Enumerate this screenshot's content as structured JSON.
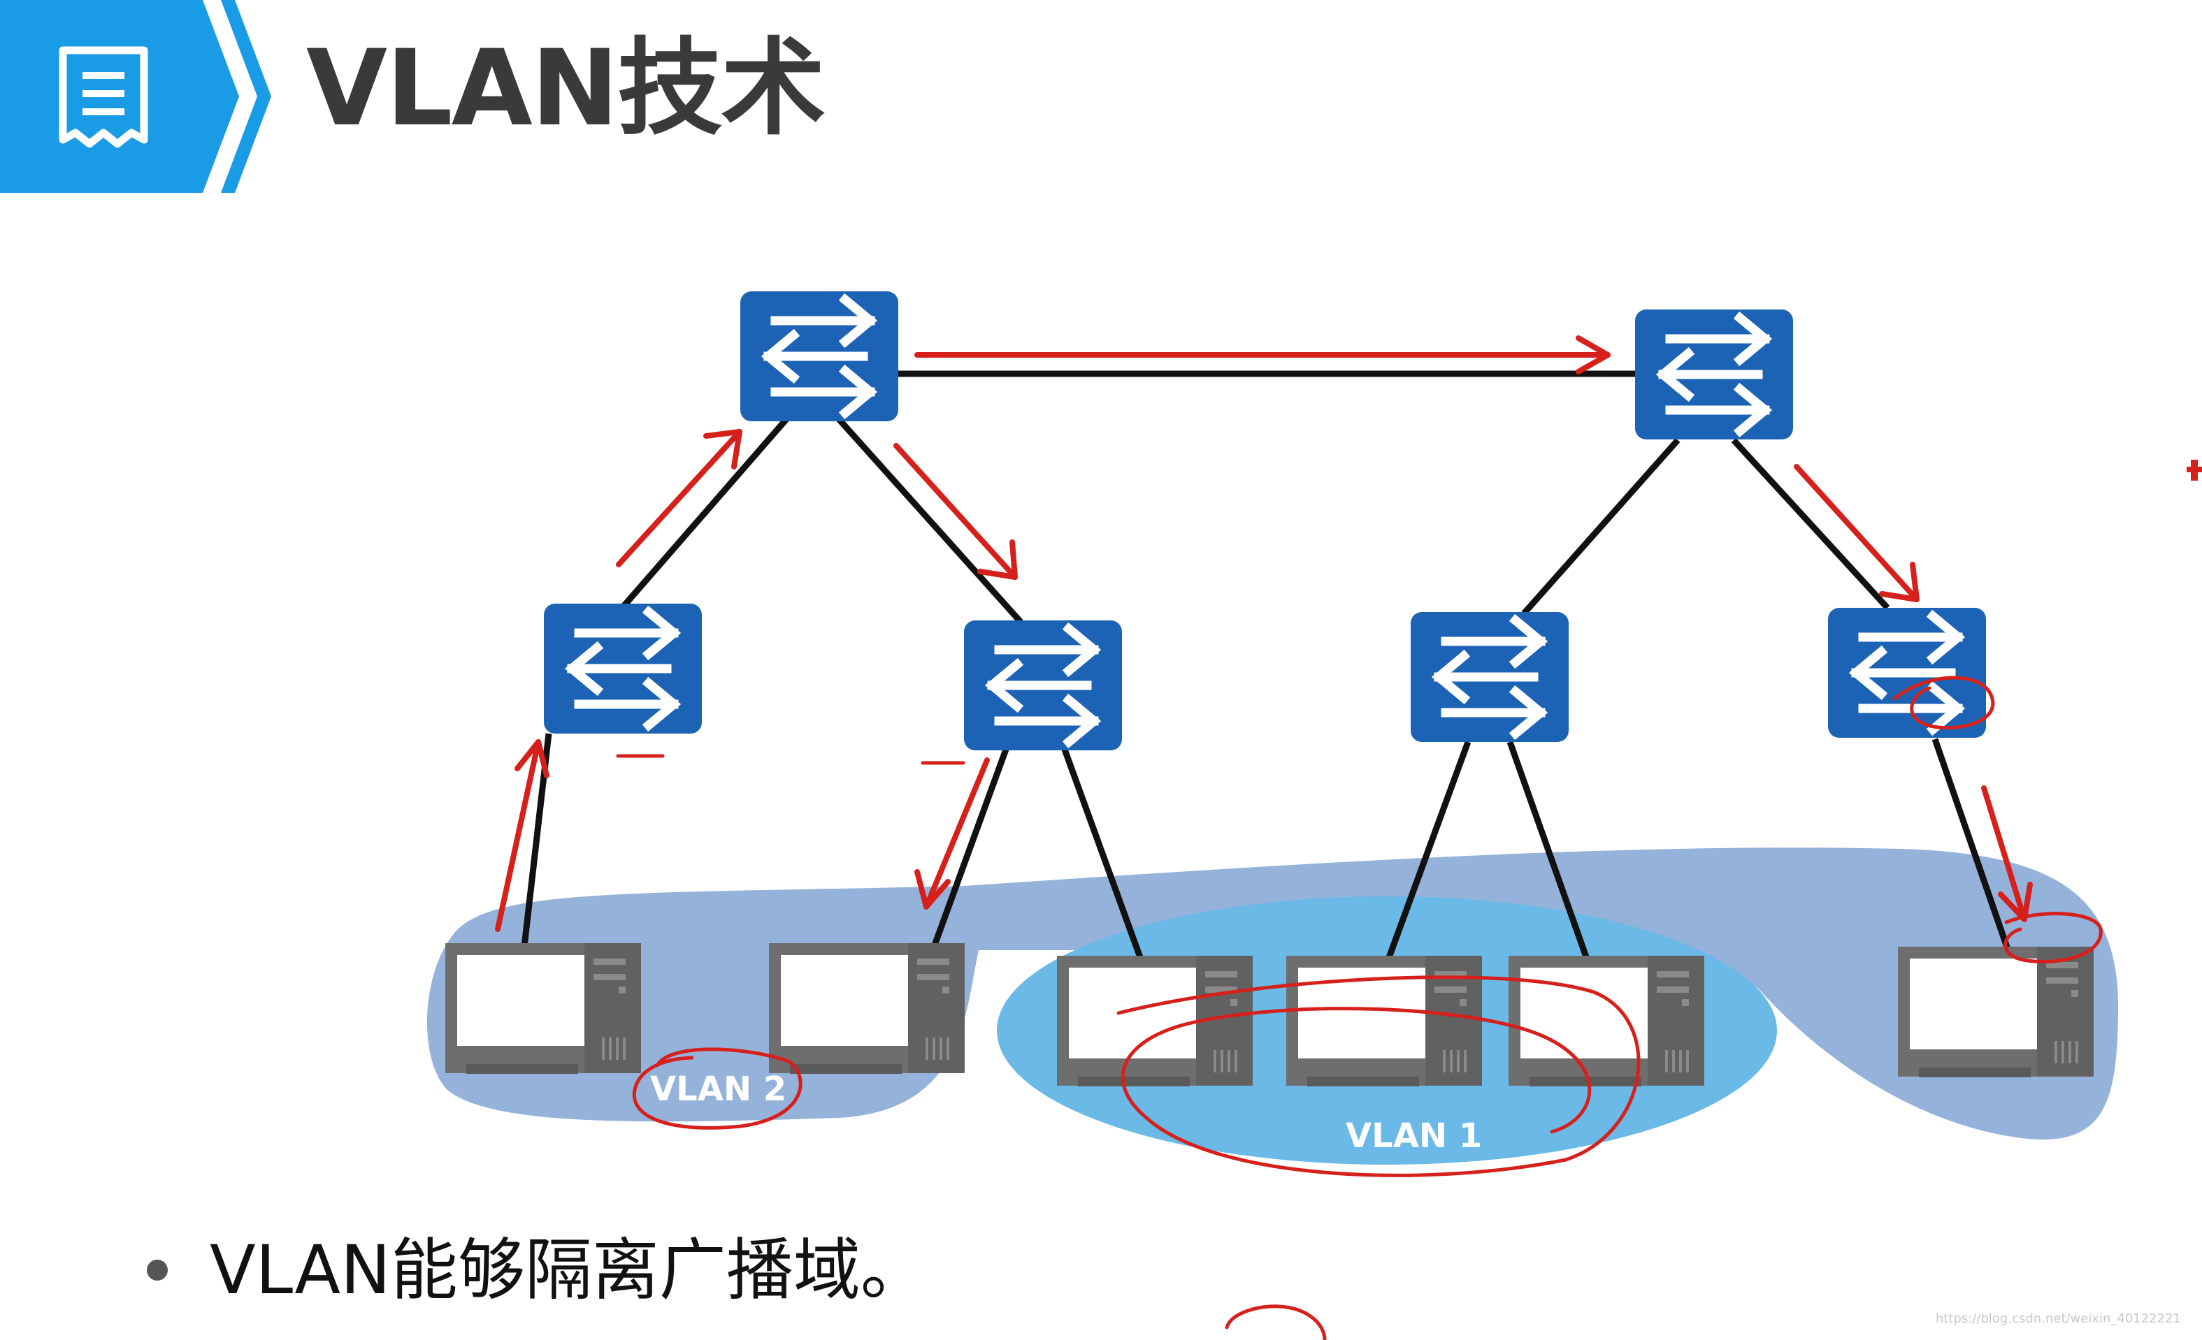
{
  "slide": {
    "title": "VLAN技术",
    "bullet": "VLAN能够隔离广播域。",
    "watermark": "https://blog.csdn.net/weixin_40122221"
  },
  "diagram": {
    "vlan_labels": {
      "vlan2": "VLAN 2",
      "vlan1": "VLAN 1"
    },
    "nodes": {
      "switches": [
        "core-switch-left",
        "core-switch-right",
        "access-switch-1",
        "access-switch-2",
        "access-switch-3",
        "access-switch-4"
      ],
      "computers": [
        "pc-1",
        "pc-2",
        "pc-3",
        "pc-4",
        "pc-5",
        "pc-6"
      ]
    },
    "colors": {
      "header_blue": "#1a9be6",
      "switch_blue": "#1d63b5",
      "vlan2_region": "#8faed9",
      "vlan1_region": "#6ab9e6",
      "arrow_red": "#d6201c",
      "link_black": "#111111",
      "pc_gray": "#6b6b6b"
    }
  }
}
